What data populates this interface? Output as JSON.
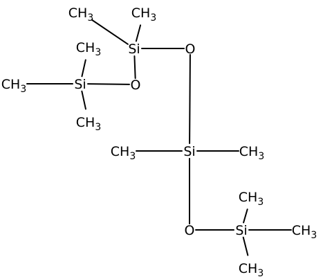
{
  "molecule": {
    "line_color": "#000000",
    "atoms": [
      {
        "id": "si1",
        "el": "Si"
      },
      {
        "id": "si1_me1",
        "el": "CH",
        "sub": "3"
      },
      {
        "id": "si1_me2",
        "el": "CH",
        "sub": "3"
      },
      {
        "id": "o1",
        "el": "O"
      },
      {
        "id": "si2",
        "el": "Si"
      },
      {
        "id": "si2_me1",
        "el": "CH",
        "sub": "3"
      },
      {
        "id": "si2_me2",
        "el": "CH",
        "sub": "3"
      },
      {
        "id": "si2_me3",
        "el": "CH",
        "sub": "3",
        "reverse": true
      },
      {
        "id": "o2",
        "el": "O"
      },
      {
        "id": "si3",
        "el": "Si"
      },
      {
        "id": "si3_me1",
        "el": "CH",
        "sub": "3"
      },
      {
        "id": "si3_me2",
        "el": "CH",
        "sub": "3"
      },
      {
        "id": "o3",
        "el": "O"
      },
      {
        "id": "si4",
        "el": "Si"
      },
      {
        "id": "si4_me1",
        "el": "CH",
        "sub": "3"
      },
      {
        "id": "si4_me2",
        "el": "CH",
        "sub": "3"
      },
      {
        "id": "si4_me3",
        "el": "CH",
        "sub": "3"
      }
    ],
    "bonds": [
      [
        "si1",
        "si1_me1"
      ],
      [
        "si1",
        "si1_me2"
      ],
      [
        "si1",
        "o1"
      ],
      [
        "si1",
        "o2"
      ],
      [
        "o2",
        "si2"
      ],
      [
        "si2",
        "si2_me1"
      ],
      [
        "si2",
        "si2_me2"
      ],
      [
        "si2",
        "si2_me3"
      ],
      [
        "o1",
        "si3"
      ],
      [
        "si3",
        "si3_me1"
      ],
      [
        "si3",
        "si3_me2"
      ],
      [
        "si3",
        "o3"
      ],
      [
        "o3",
        "si4"
      ],
      [
        "si4",
        "si4_me1"
      ],
      [
        "si4",
        "si4_me2"
      ],
      [
        "si4",
        "si4_me3"
      ]
    ]
  }
}
